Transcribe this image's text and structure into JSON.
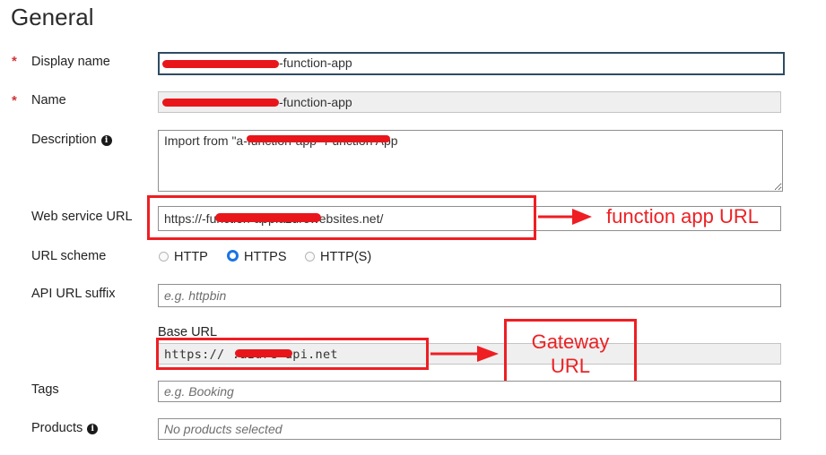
{
  "page": {
    "title": "General"
  },
  "form": {
    "display_name": {
      "label": "Display name",
      "required_mark": "*",
      "value": "-function-app"
    },
    "name": {
      "label": "Name",
      "required_mark": "*",
      "value": "-function-app"
    },
    "description": {
      "label": "Description",
      "value": "Import from \"a-function-app\" Function App"
    },
    "web_service_url": {
      "label": "Web service URL",
      "value": "https://-function-app.azurewebsites.net/"
    },
    "url_scheme": {
      "label": "URL scheme",
      "options": [
        "HTTP",
        "HTTPS",
        "HTTP(S)"
      ],
      "selected": "HTTPS"
    },
    "api_url_suffix": {
      "label": "API URL suffix",
      "placeholder": "e.g. httpbin"
    },
    "base_url": {
      "label": "Base URL",
      "value": "https://      .azure-api.net"
    },
    "tags": {
      "label": "Tags",
      "placeholder": "e.g. Booking"
    },
    "products": {
      "label": "Products",
      "placeholder": "No products selected"
    }
  },
  "annotations": {
    "function_app_url": "function app URL",
    "gateway_url_line1": "Gateway",
    "gateway_url_line2": "URL",
    "color": "#ee1e23"
  },
  "icons": {
    "info": "info-icon"
  }
}
